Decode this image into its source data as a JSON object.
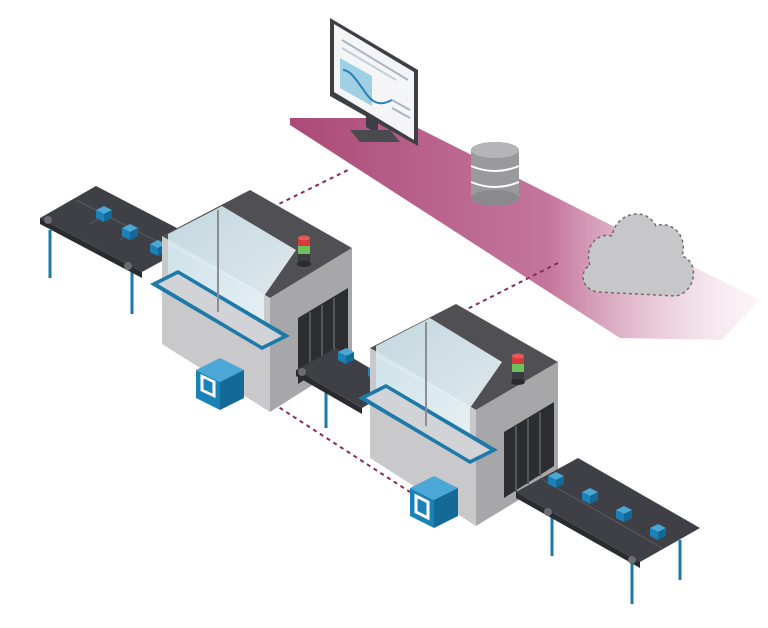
{
  "diagram": {
    "kind": "industrial-iot-illustration",
    "components": [
      {
        "id": "monitor",
        "icon": "monitor-dashboard-icon"
      },
      {
        "id": "database",
        "icon": "database-icon"
      },
      {
        "id": "cloud",
        "icon": "cloud-icon"
      },
      {
        "id": "conveyor-left",
        "icon": "conveyor-belt-icon"
      },
      {
        "id": "machine-1",
        "icon": "inspection-machine-icon"
      },
      {
        "id": "conveyor-middle",
        "icon": "conveyor-belt-icon"
      },
      {
        "id": "machine-2",
        "icon": "inspection-machine-icon"
      },
      {
        "id": "conveyor-right",
        "icon": "conveyor-belt-icon"
      },
      {
        "id": "edge-box-1",
        "icon": "edge-device-icon"
      },
      {
        "id": "edge-box-2",
        "icon": "edge-device-icon"
      },
      {
        "id": "signal-light-1",
        "icon": "stack-light-icon"
      },
      {
        "id": "signal-light-2",
        "icon": "stack-light-icon"
      }
    ],
    "connections": [
      {
        "from": "machine-1",
        "to": "data-band",
        "style": "dashed"
      },
      {
        "from": "machine-2",
        "to": "data-band",
        "style": "dashed"
      },
      {
        "from": "edge-box-1",
        "to": "edge-box-2",
        "style": "dashed"
      }
    ]
  },
  "colors": {
    "band": "#9c2a5e",
    "machine_top": "#505054",
    "machine_side_light": "#c9c9cb",
    "machine_side_dark": "#a7a7aa",
    "belt": "#3f4045",
    "rail": "#1d7aa8",
    "product": "#1b82b8",
    "glass": "#d8eef4",
    "dashed_line": "#8b2a58",
    "cloud": "#c7c7c9",
    "database": "#9a9a9e"
  }
}
